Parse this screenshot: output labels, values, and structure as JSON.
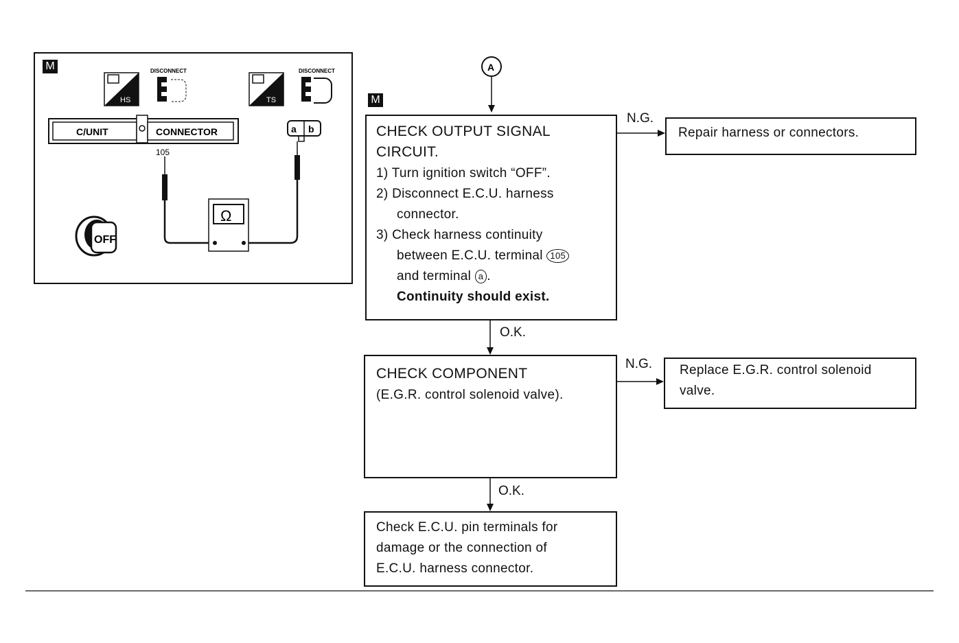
{
  "illustration": {
    "badge": "M",
    "disconnect_left": "DISCONNECT",
    "disconnect_right": "DISCONNECT",
    "hs_label": "HS",
    "ts_label": "TS",
    "cunit_label": "C/UNIT",
    "connector_label": "CONNECTOR",
    "terminal_number": "105",
    "terminal_a": "a",
    "terminal_b": "b",
    "ohm_symbol": "Ω",
    "key_label": "OFF"
  },
  "flow": {
    "start_marker": "A",
    "badge": "M",
    "step1": {
      "title_line1": "CHECK OUTPUT SIGNAL",
      "title_line2": "CIRCUIT.",
      "item1": "1) Turn ignition switch “OFF”.",
      "item2a": "2) Disconnect E.C.U. harness",
      "item2b": "connector.",
      "item3a": "3) Check harness continuity",
      "item3b": "between E.C.U. terminal",
      "item3b_ref": "105",
      "item3c": "and terminal",
      "item3c_ref": "a",
      "item3c_end": ".",
      "item3d": "Continuity should exist."
    },
    "ng1_label": "N.G.",
    "ng1_result": "Repair harness or connectors.",
    "ok1_label": "O.K.",
    "step2": {
      "title": "CHECK COMPONENT",
      "subtitle": "(E.G.R. control solenoid valve)."
    },
    "ng2_label": "N.G.",
    "ng2_result_line1": "Replace E.G.R. control solenoid",
    "ng2_result_line2": "valve.",
    "ok2_label": "O.K.",
    "final": {
      "line1": "Check E.C.U. pin terminals for",
      "line2": "damage or the connection of",
      "line3": "E.C.U. harness connector."
    }
  }
}
